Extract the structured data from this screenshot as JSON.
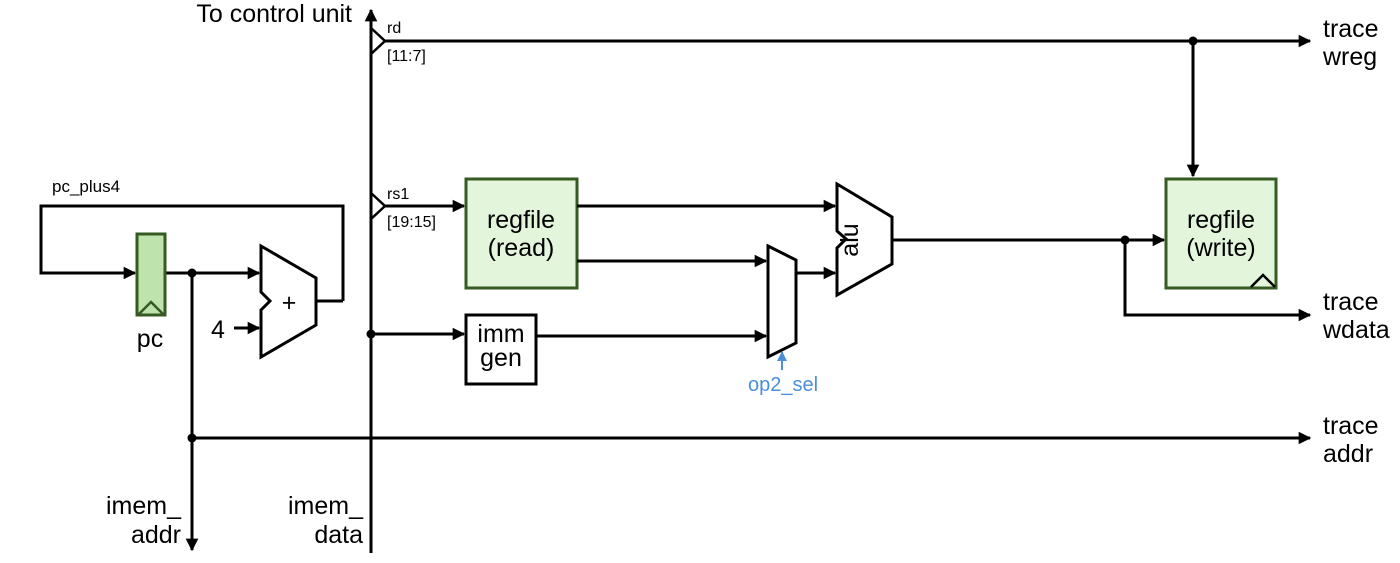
{
  "diagram": {
    "title_label": "To control unit",
    "fields": {
      "rd": {
        "name": "rd",
        "bits": "[11:7]"
      },
      "rs1": {
        "name": "rs1",
        "bits": "[19:15]"
      }
    },
    "blocks": {
      "pc": "pc",
      "adder_op": "+",
      "const_four": "4",
      "regfile_read": [
        "regfile",
        "(read)"
      ],
      "regfile_write": [
        "regfile",
        "(write)"
      ],
      "imm_gen": [
        "imm",
        "gen"
      ],
      "alu": "alu"
    },
    "signals": {
      "pc_plus4": "pc_plus4",
      "op2_sel": "op2_sel",
      "imem_addr": [
        "imem_",
        "addr"
      ],
      "imem_data": [
        "imem_",
        "data"
      ]
    },
    "outputs": {
      "trace_wreg": [
        "trace",
        "wreg"
      ],
      "trace_wdata": [
        "trace",
        "wdata"
      ],
      "trace_addr": [
        "trace",
        "addr"
      ]
    },
    "colors": {
      "state_fill": "#e3f6dc",
      "pc_fill": "#bfe3ac",
      "state_border": "#355a22",
      "control_signal": "#4a8fd8"
    }
  }
}
